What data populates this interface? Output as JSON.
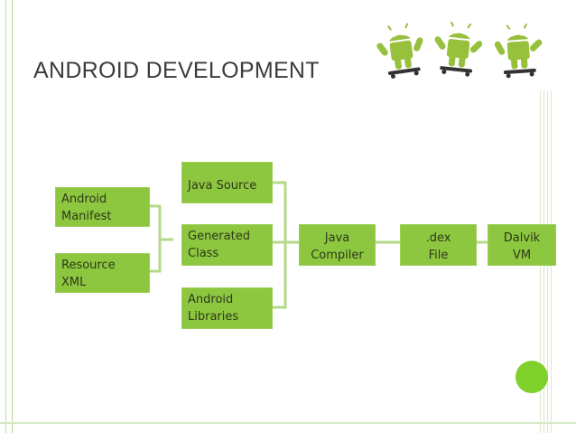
{
  "slide": {
    "title": "ANDROID DEVELOPMENT"
  },
  "boxes": {
    "manifest": "Android\nManifest",
    "resource": "Resource\nXML",
    "java_source": "Java Source",
    "generated": "Generated\nClass",
    "libraries": "Android\nLibraries",
    "compiler": "Java\nCompiler",
    "dex": ".dex\nFile",
    "dalvik": "Dalvik\nVM"
  },
  "colors": {
    "box_fill": "#8dc63f",
    "connector": "#b4d98a",
    "accent_dot": "#7fd02a",
    "android_green": "#97c03d"
  },
  "icons": [
    "android-skateboarder-icon",
    "android-skateboarder-icon",
    "android-skateboarder-icon"
  ]
}
